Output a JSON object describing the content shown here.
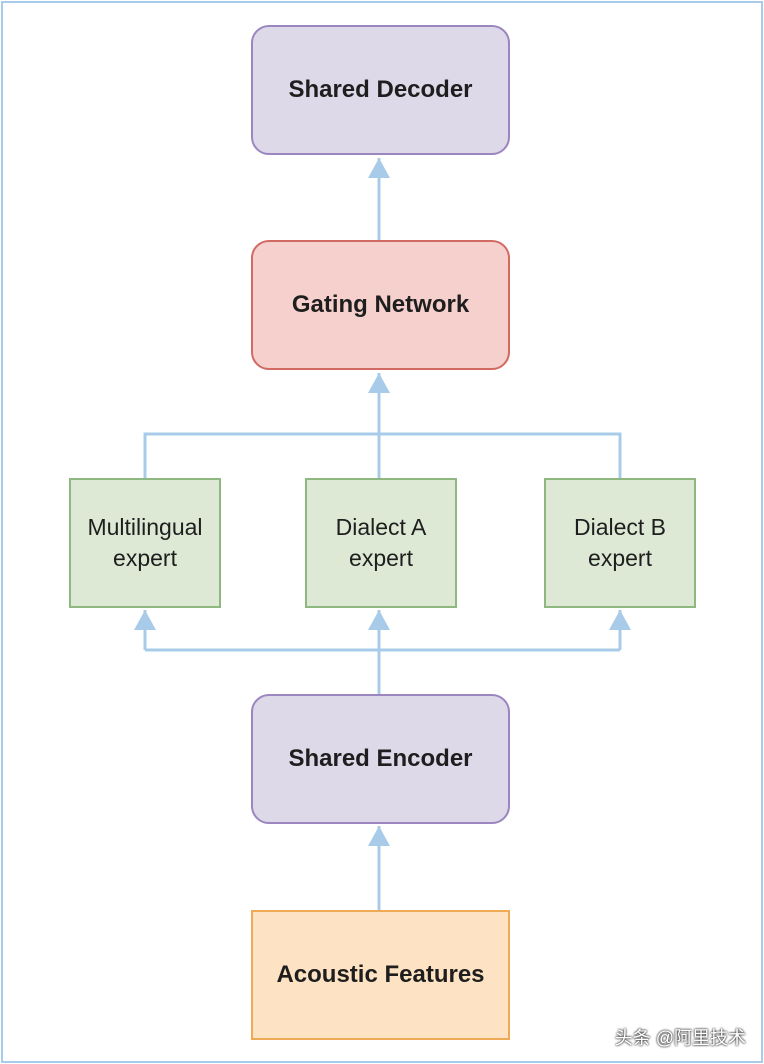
{
  "diagram": {
    "nodes": {
      "shared_decoder": "Shared Decoder",
      "gating_network": "Gating Network",
      "multilingual_expert": "Multilingual expert",
      "dialect_a_expert": "Dialect A expert",
      "dialect_b_expert": "Dialect B expert",
      "shared_encoder": "Shared Encoder",
      "acoustic_features": "Acoustic Features"
    },
    "colors": {
      "edge": "#a9cbea",
      "purple_fill": "#ded9e9",
      "red_fill": "#f5d0cd",
      "green_fill": "#dde9d5",
      "orange_fill": "#fde3c3"
    },
    "edges": [
      {
        "from": "acoustic_features",
        "to": "shared_encoder"
      },
      {
        "from": "shared_encoder",
        "to": "multilingual_expert"
      },
      {
        "from": "shared_encoder",
        "to": "dialect_a_expert"
      },
      {
        "from": "shared_encoder",
        "to": "dialect_b_expert"
      },
      {
        "from": "multilingual_expert",
        "to": "gating_network"
      },
      {
        "from": "dialect_a_expert",
        "to": "gating_network"
      },
      {
        "from": "dialect_b_expert",
        "to": "gating_network"
      },
      {
        "from": "gating_network",
        "to": "shared_decoder"
      }
    ]
  },
  "watermark": "头条 @阿里技术"
}
